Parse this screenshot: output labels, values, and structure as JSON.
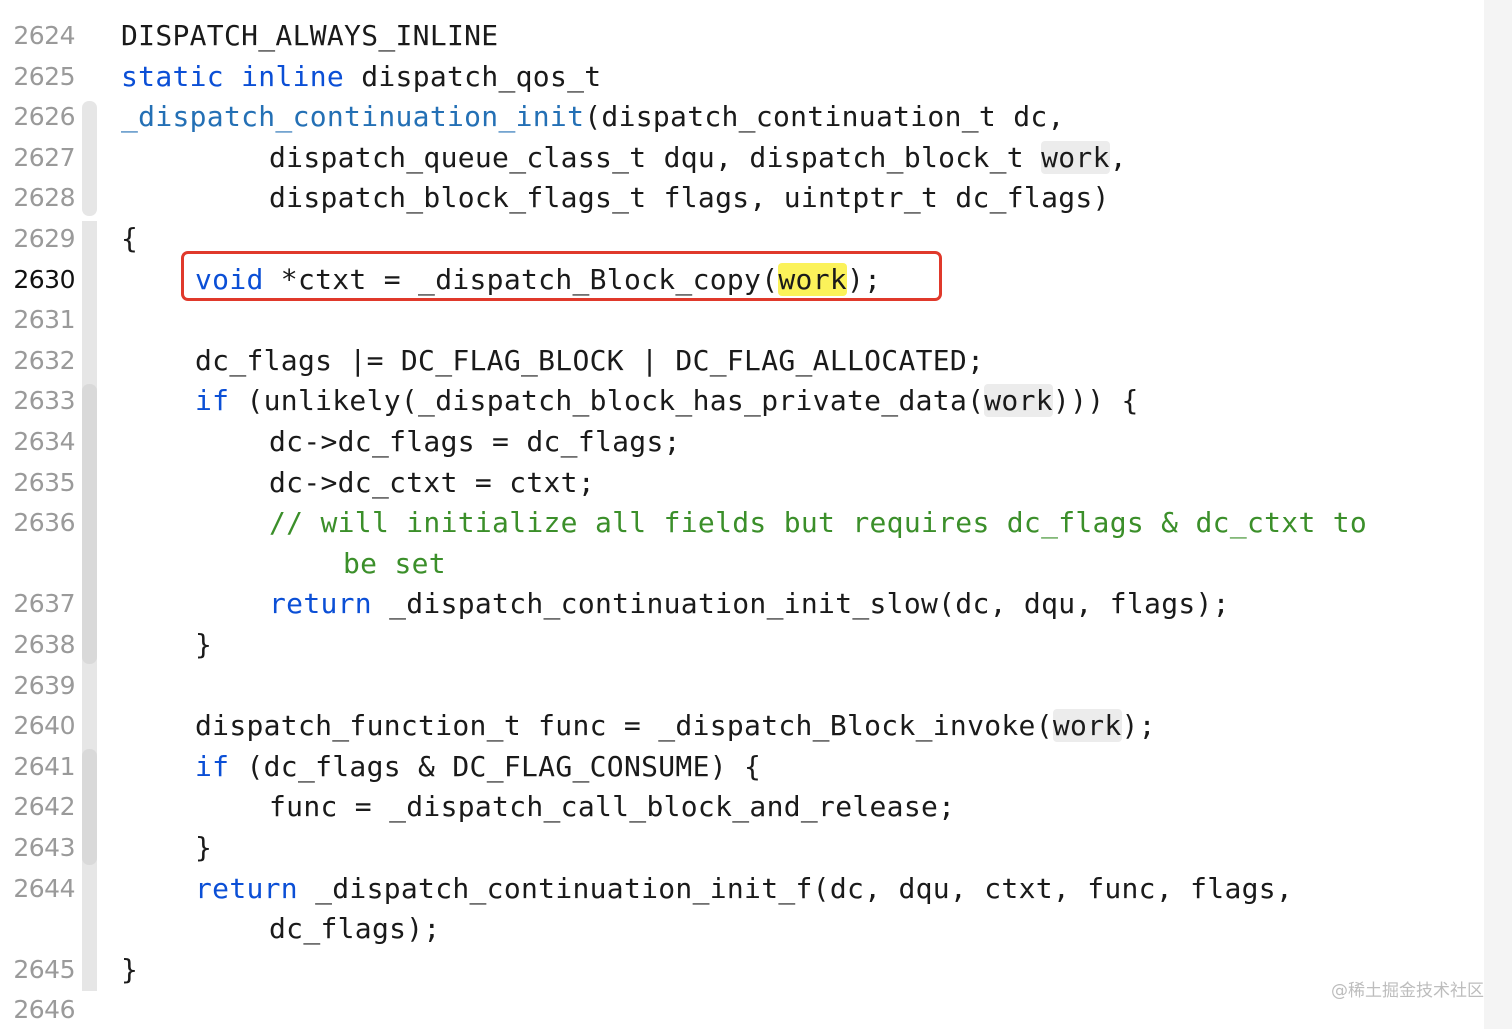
{
  "editor": {
    "lines": [
      {
        "n": "2624",
        "indent": 0,
        "tokens": [
          {
            "t": "DISPATCH_ALWAYS_INLINE"
          }
        ]
      },
      {
        "n": "2625",
        "indent": 0,
        "tokens": [
          {
            "t": "static",
            "c": "kw"
          },
          {
            "t": " "
          },
          {
            "t": "inline",
            "c": "kw"
          },
          {
            "t": " dispatch_qos_t"
          }
        ]
      },
      {
        "n": "2626",
        "indent": 0,
        "tokens": [
          {
            "t": "_dispatch_continuation_init",
            "c": "fn"
          },
          {
            "t": "(dispatch_continuation_t dc,"
          }
        ]
      },
      {
        "n": "2627",
        "indent": 4,
        "tokens": [
          {
            "t": "dispatch_queue_class_t dqu, dispatch_block_t "
          },
          {
            "t": "work",
            "c": "hl"
          },
          {
            "t": ","
          }
        ]
      },
      {
        "n": "2628",
        "indent": 4,
        "tokens": [
          {
            "t": "dispatch_block_flags_t flags, uintptr_t dc_flags)"
          }
        ]
      },
      {
        "n": "2629",
        "indent": 0,
        "tokens": [
          {
            "t": "{"
          }
        ]
      },
      {
        "n": "2630",
        "indent": 2,
        "current": true,
        "tokens": [
          {
            "t": "void",
            "c": "kw"
          },
          {
            "t": " *ctxt = _dispatch_Block_copy("
          },
          {
            "t": "work",
            "c": "hlc"
          },
          {
            "t": ");"
          }
        ]
      },
      {
        "n": "2631",
        "indent": 0,
        "tokens": []
      },
      {
        "n": "2632",
        "indent": 2,
        "tokens": [
          {
            "t": "dc_flags |= DC_FLAG_BLOCK | DC_FLAG_ALLOCATED;"
          }
        ]
      },
      {
        "n": "2633",
        "indent": 2,
        "tokens": [
          {
            "t": "if",
            "c": "kw"
          },
          {
            "t": " (unlikely(_dispatch_block_has_private_data("
          },
          {
            "t": "work",
            "c": "hl"
          },
          {
            "t": "))) {"
          }
        ]
      },
      {
        "n": "2634",
        "indent": 4,
        "tokens": [
          {
            "t": "dc->dc_flags = dc_flags;"
          }
        ]
      },
      {
        "n": "2635",
        "indent": 4,
        "tokens": [
          {
            "t": "dc->dc_ctxt = ctxt;"
          }
        ]
      },
      {
        "n": "2636",
        "indent": 4,
        "tokens": [
          {
            "t": "// will initialize all fields but requires dc_flags & dc_ctxt to",
            "c": "cm"
          }
        ]
      },
      {
        "n": "",
        "indent": 6,
        "tokens": [
          {
            "t": "be set",
            "c": "cm"
          }
        ]
      },
      {
        "n": "2637",
        "indent": 4,
        "tokens": [
          {
            "t": "return",
            "c": "kw"
          },
          {
            "t": " _dispatch_continuation_init_slow(dc, dqu, flags);"
          }
        ]
      },
      {
        "n": "2638",
        "indent": 2,
        "tokens": [
          {
            "t": "}"
          }
        ]
      },
      {
        "n": "2639",
        "indent": 0,
        "tokens": []
      },
      {
        "n": "2640",
        "indent": 2,
        "tokens": [
          {
            "t": "dispatch_function_t func = _dispatch_Block_invoke("
          },
          {
            "t": "work",
            "c": "hl"
          },
          {
            "t": ");"
          }
        ]
      },
      {
        "n": "2641",
        "indent": 2,
        "tokens": [
          {
            "t": "if",
            "c": "kw"
          },
          {
            "t": " (dc_flags & DC_FLAG_CONSUME) {"
          }
        ]
      },
      {
        "n": "2642",
        "indent": 4,
        "tokens": [
          {
            "t": "func = _dispatch_call_block_and_release;"
          }
        ]
      },
      {
        "n": "2643",
        "indent": 2,
        "tokens": [
          {
            "t": "}"
          }
        ]
      },
      {
        "n": "2644",
        "indent": 2,
        "tokens": [
          {
            "t": "return",
            "c": "kw"
          },
          {
            "t": " _dispatch_continuation_init_f(dc, dqu, ctxt, func, flags,"
          }
        ]
      },
      {
        "n": "",
        "indent": 4,
        "tokens": [
          {
            "t": "dc_flags);"
          }
        ]
      },
      {
        "n": "2645",
        "indent": 0,
        "tokens": [
          {
            "t": "}"
          }
        ]
      },
      {
        "n": "2646",
        "indent": 0,
        "tokens": []
      }
    ]
  },
  "watermark": "@稀土掘金技术社区"
}
